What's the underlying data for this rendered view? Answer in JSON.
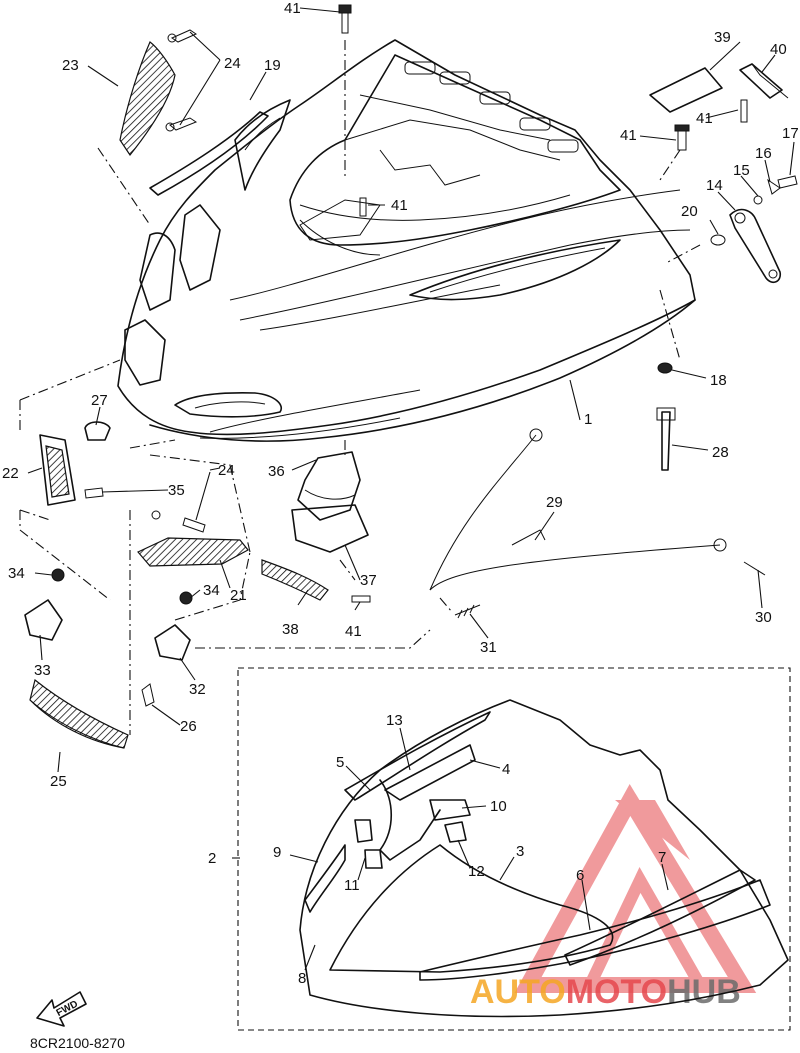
{
  "diagram_code": "8CR2100-8270",
  "fwd_label": "FWD",
  "watermark": {
    "part1": "AUTO",
    "part2": "MOTO",
    "part3": "HUB",
    "color_orange": "#f5a623",
    "color_red": "#e5484d",
    "color_gray": "#6b6b6b"
  },
  "callouts": {
    "c1": "1",
    "c2": "2",
    "c3": "3",
    "c4": "4",
    "c5": "5",
    "c6": "6",
    "c7": "7",
    "c8": "8",
    "c9": "9",
    "c10": "10",
    "c11": "11",
    "c12": "12",
    "c13": "13",
    "c14": "14",
    "c15": "15",
    "c16": "16",
    "c17": "17",
    "c18": "18",
    "c19": "19",
    "c20": "20",
    "c21": "21",
    "c22": "22",
    "c23": "23",
    "c24a": "24",
    "c24b": "24",
    "c25": "25",
    "c26": "26",
    "c27": "27",
    "c28": "28",
    "c29": "29",
    "c30": "30",
    "c31": "31",
    "c32": "32",
    "c33": "33",
    "c34a": "34",
    "c34b": "34",
    "c35": "35",
    "c36": "36",
    "c37": "37",
    "c38": "38",
    "c39": "39",
    "c40": "40",
    "c41a": "41",
    "c41b": "41",
    "c41c": "41",
    "c41d": "41",
    "c41e": "41"
  }
}
